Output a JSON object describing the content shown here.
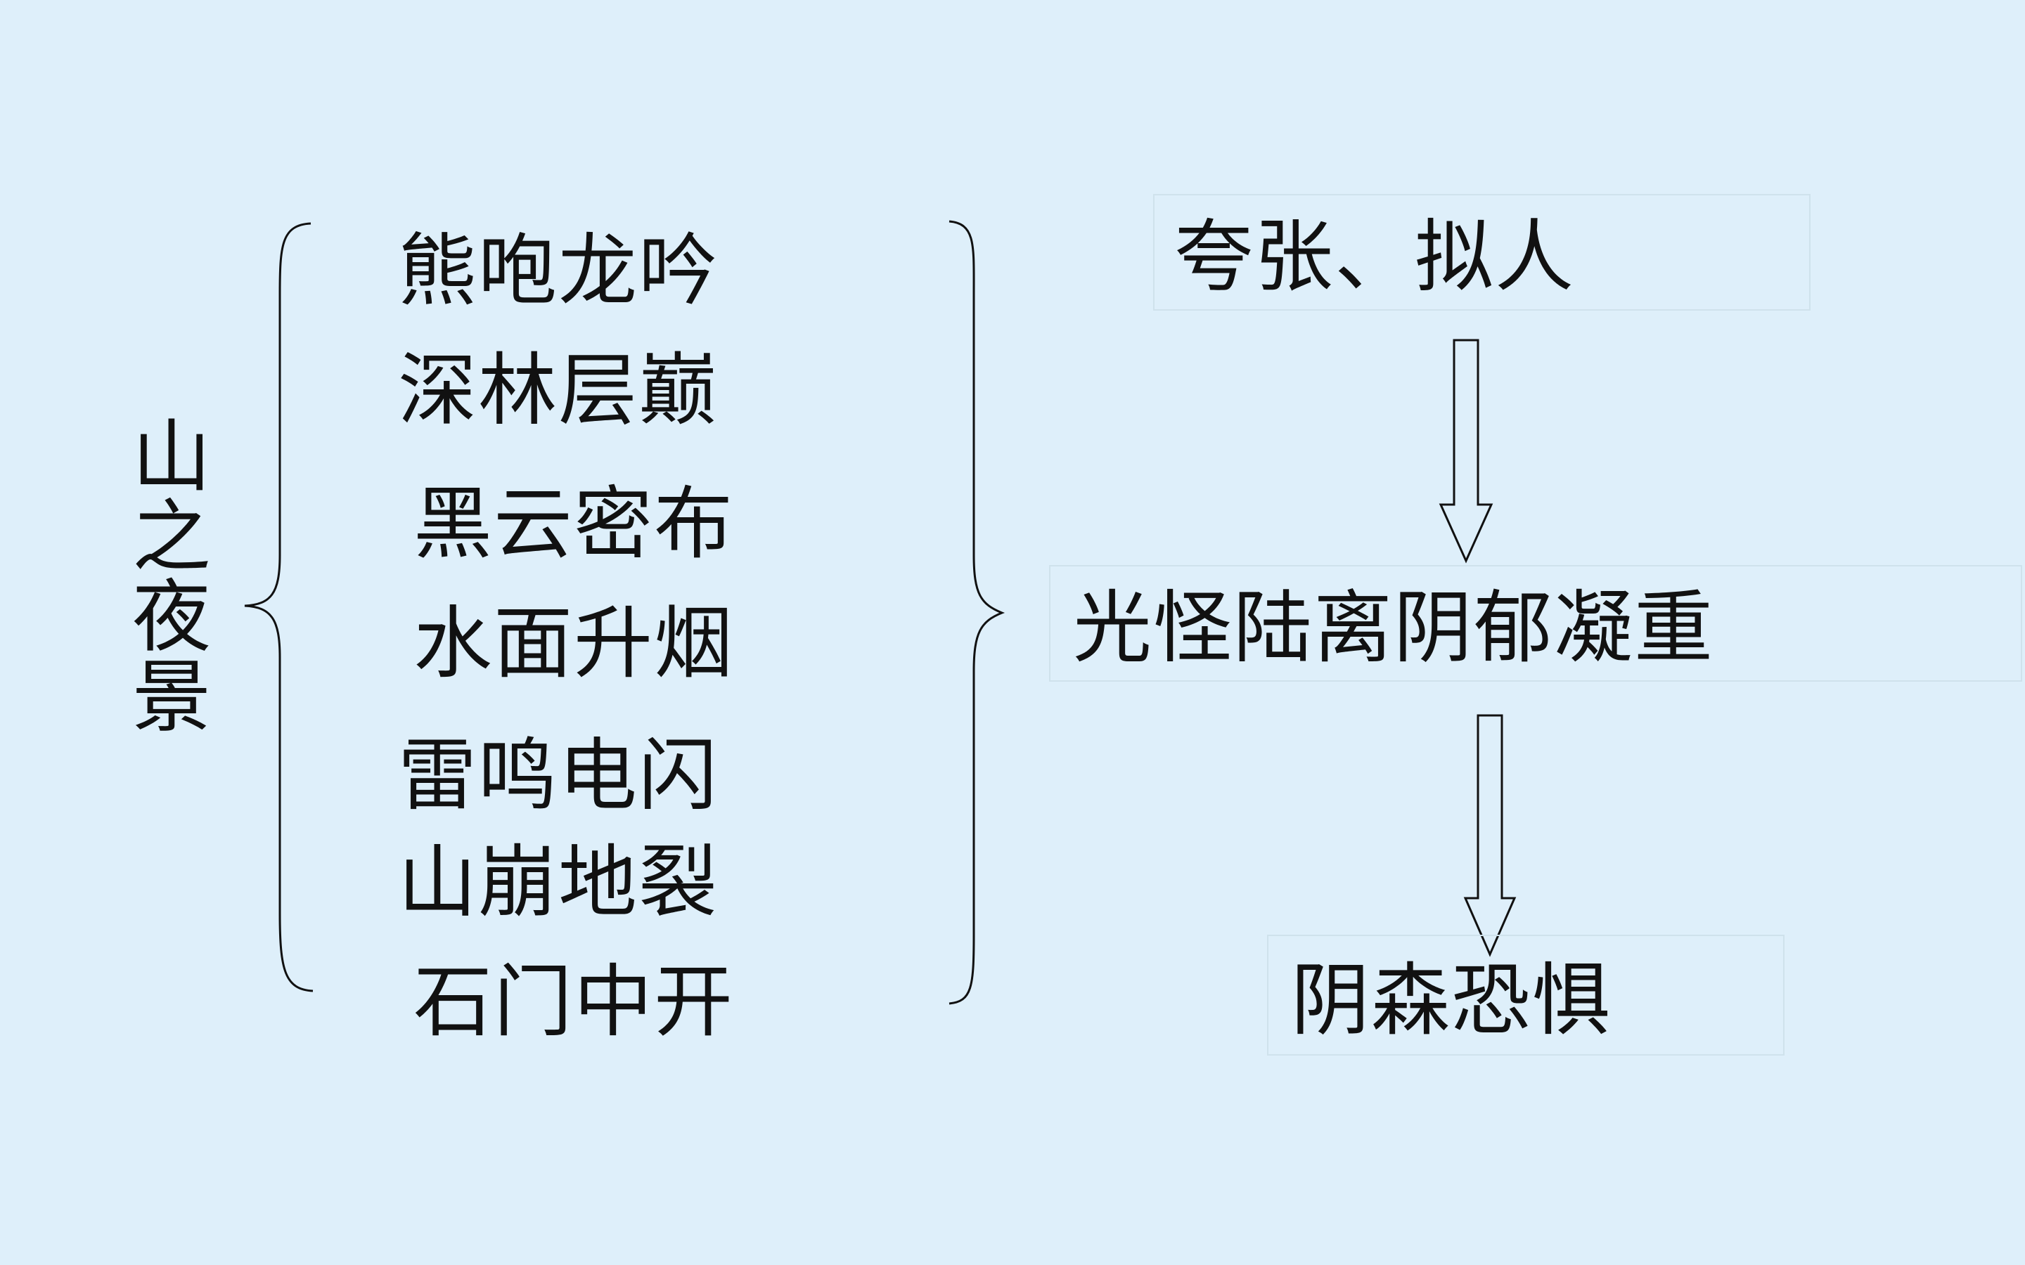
{
  "title": "山之夜景",
  "scenes": [
    "熊咆龙吟",
    "深林层巅",
    "黑云密布",
    "水面升烟",
    "雷鸣电闪",
    "山崩地裂",
    "石门中开"
  ],
  "flow": {
    "technique": "夸张、拟人",
    "atmosphere": "光怪陆离阴郁凝重",
    "feeling": "阴森恐惧"
  },
  "colors": {
    "background": "#deeffa",
    "text": "#111111",
    "box_border": "#cfe2ec"
  }
}
